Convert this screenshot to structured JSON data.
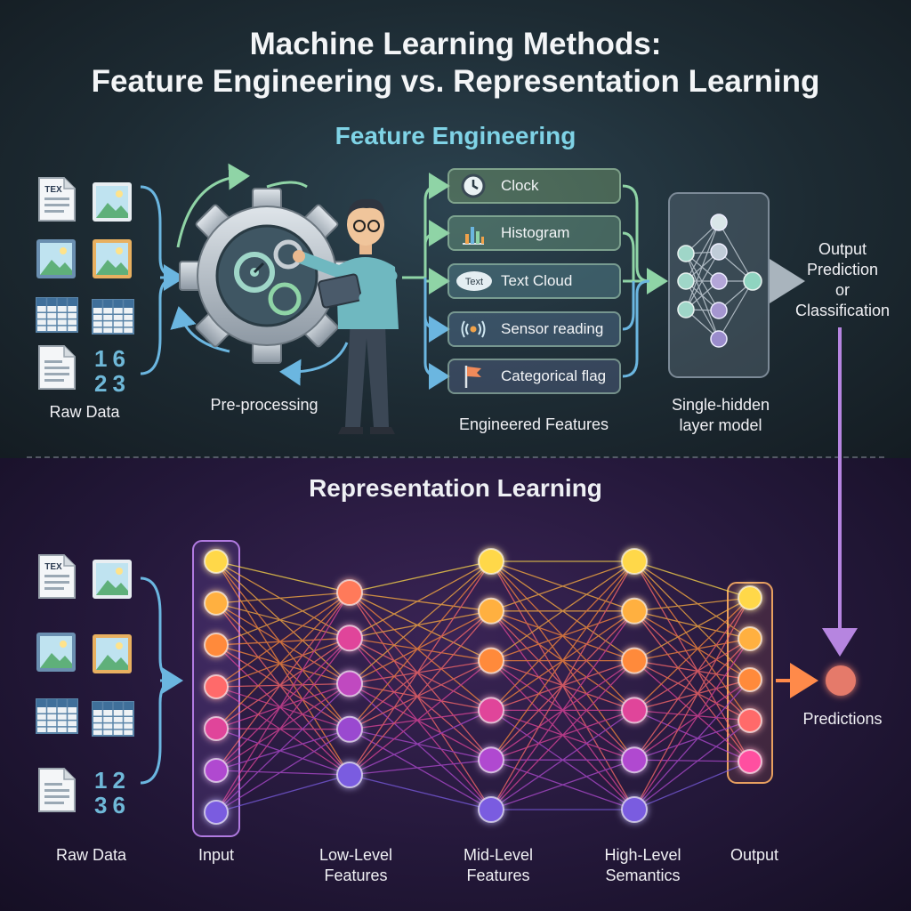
{
  "title": {
    "line1": "Machine Learning Methods:",
    "line2": "Feature Engineering vs. Representation Learning"
  },
  "feature_engineering": {
    "heading": "Feature Engineering",
    "raw_data_label": "Raw Data",
    "raw_digits": [
      "16",
      "23"
    ],
    "preprocessing_label": "Pre-processing",
    "features": [
      {
        "label": "Clock",
        "icon": "clock-icon"
      },
      {
        "label": "Histogram",
        "icon": "histogram-icon"
      },
      {
        "label": "Text Cloud",
        "icon": "text-cloud-icon",
        "icon_text": "Text"
      },
      {
        "label": "Sensor reading",
        "icon": "sensor-icon"
      },
      {
        "label": "Categorical flag",
        "icon": "flag-icon"
      }
    ],
    "features_label": "Engineered Features",
    "model_label_1": "Single-hidden",
    "model_label_2": "layer model",
    "output_label": [
      "Output",
      "Prediction",
      "or",
      "Classification"
    ]
  },
  "representation_learning": {
    "heading": "Representation Learning",
    "raw_data_label": "Raw Data",
    "raw_digits": [
      "12",
      "36"
    ],
    "input_label": "Input",
    "low_label": [
      "Low-Level",
      "Features"
    ],
    "mid_label": [
      "Mid-Level",
      "Features"
    ],
    "high_label": [
      "High-Level",
      "Semantics"
    ],
    "output_label": "Output",
    "predictions_label": "Predictions"
  },
  "file_icon_text": "TEX",
  "colors": {
    "fe_heading": "#7fd3e6",
    "rl_heading": "#eef0f4",
    "accent_green": "#7fcf9a",
    "accent_purple": "#b685e0",
    "node_yellow": "#ffd84a",
    "node_orange": "#ff9a3a",
    "node_pink": "#ff4fa0",
    "node_purple": "#7a5ce0"
  }
}
